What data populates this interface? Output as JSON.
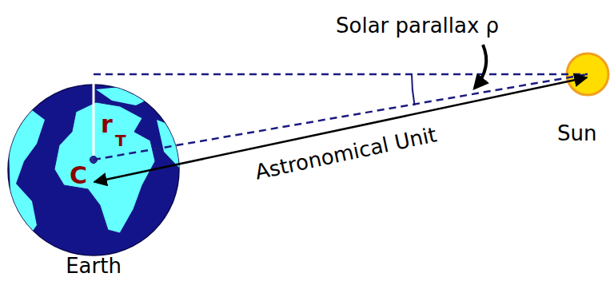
{
  "diagram": {
    "nodes": [
      {
        "text": [
          "r",
          "T",
          "C",
          "Earth"
        ]
      },
      {
        "text": [
          "Sun"
        ]
      }
    ],
    "edges": [
      {
        "from": 0,
        "to": 1,
        "arrow": "both",
        "label": "Astronomical Unit"
      }
    ],
    "labels": [
      "Solar parallax ρ"
    ]
  }
}
